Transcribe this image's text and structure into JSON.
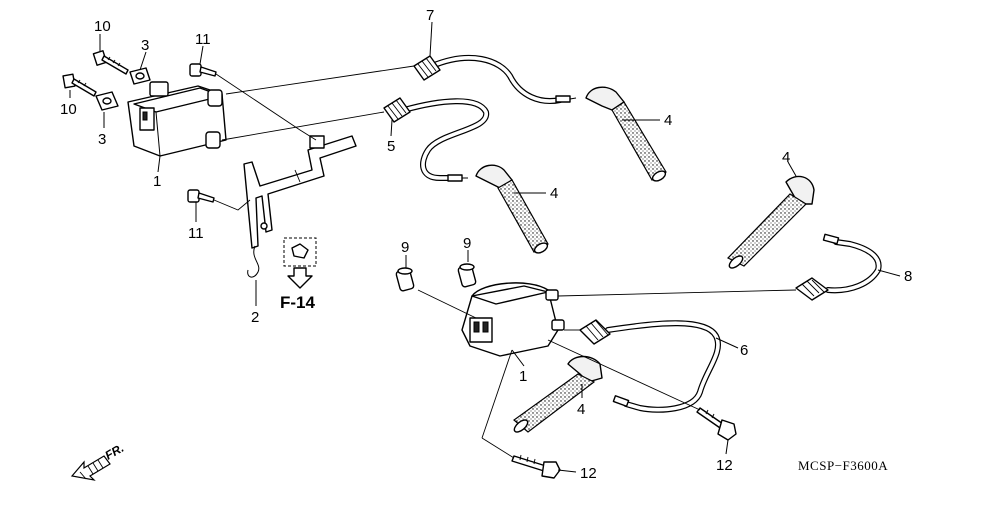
{
  "callouts": {
    "c10a": "10",
    "c3a": "3",
    "c10b": "10",
    "c3b": "3",
    "c11a": "11",
    "c1a": "1",
    "c7": "7",
    "c5": "5",
    "c4a": "4",
    "c4b": "4",
    "c11b": "11",
    "c2": "2",
    "c9a": "9",
    "c9b": "9",
    "c4c": "4",
    "c8": "8",
    "c6": "6",
    "c1b": "1",
    "c4d": "4",
    "c12a": "12",
    "c12b": "12"
  },
  "reference_page": "F-14",
  "front_marker": "FR.",
  "diagram_code": "MCSP−F3600A"
}
